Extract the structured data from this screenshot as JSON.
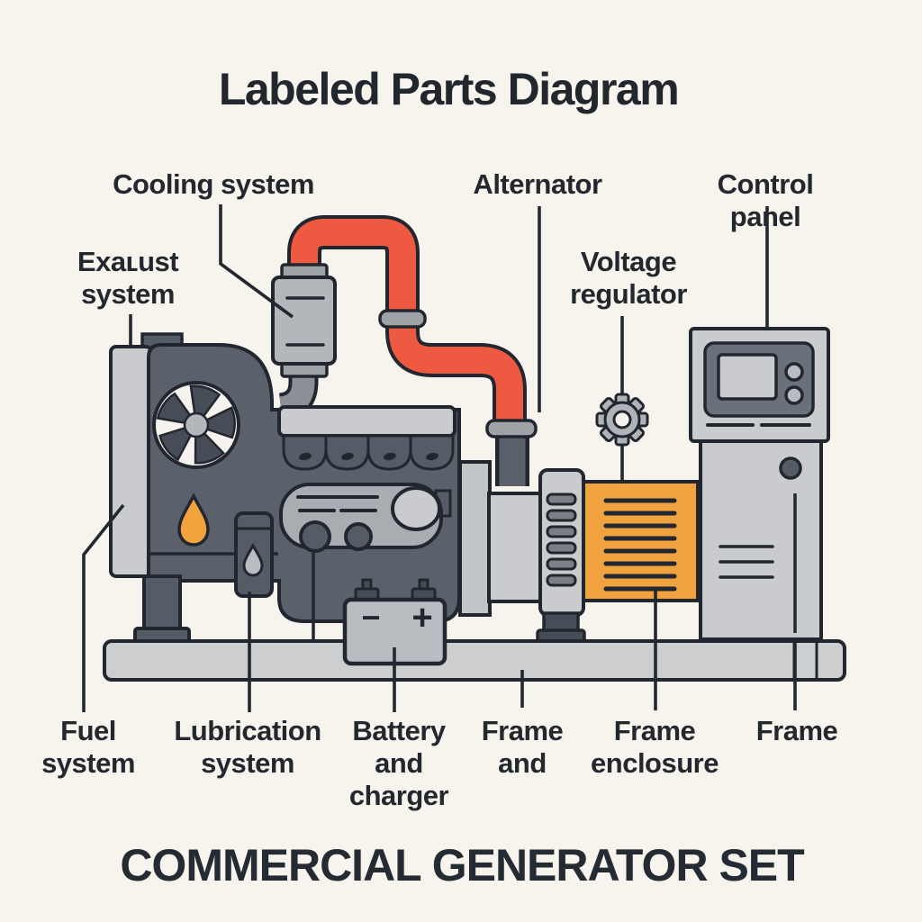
{
  "page": {
    "title": "Labeled Parts Diagram",
    "caption": "COMMERCIAL GENERATOR SET"
  },
  "colors": {
    "background": "#f7f4ee",
    "outline": "#22262e",
    "text": "#23282e",
    "engine_dark_gray": "#5a616b",
    "detail_dark_gray": "#474d57",
    "metal_light_gray": "#c9cbce",
    "metal_mid_gray": "#b3b6ba",
    "panel_slate_gray": "#6a717b",
    "coolant_pipe_red": "#ee5a41",
    "enclosure_orange": "#f0a23f",
    "oil_drop_orange": "#f2a33c"
  },
  "labels": {
    "cooling_system": "Cooling system",
    "alternator": "Alternator",
    "control_panel": "Control panel",
    "exhaust_system": "Exaʟust\nsystem",
    "voltage_regulator": "Voltage\nregulator",
    "fuel_system": "Fuel\nsystem",
    "lubrication_system": "Lubrication\nsystem",
    "battery_and_charger": "Battery\nand\ncharger",
    "frame_and": "Frame\nand",
    "frame_enclosure": "Frame\nenclosure",
    "frame": "Frame"
  },
  "battery": {
    "minus": "−",
    "plus": "+"
  }
}
